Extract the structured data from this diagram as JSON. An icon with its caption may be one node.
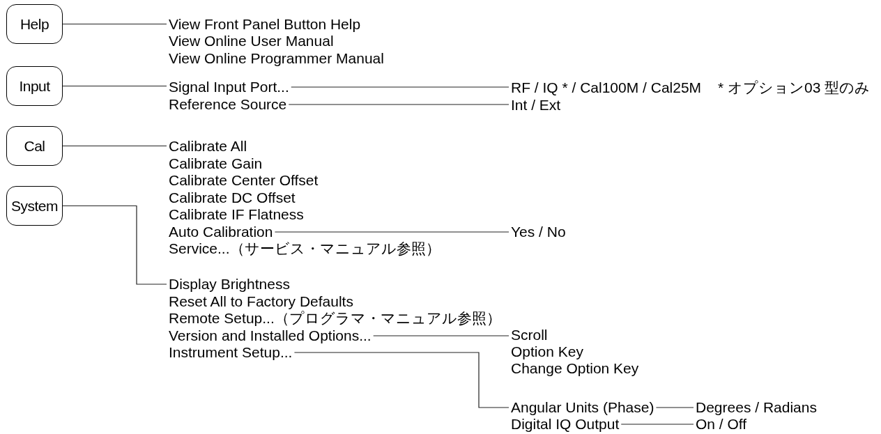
{
  "diagram": {
    "nodes": [
      {
        "text": [
          "Help"
        ]
      },
      {
        "text": [
          "View Front Panel Button Help"
        ]
      },
      {
        "text": [
          "View Online User Manual"
        ]
      },
      {
        "text": [
          "View Online Programmer Manual"
        ]
      },
      {
        "text": [
          "Input"
        ]
      },
      {
        "text": [
          "Signal Input Port..."
        ]
      },
      {
        "text": [
          "RF / IQ * / Cal100M / Cal25M"
        ],
        "beside": [
          "* オプション03 型のみ"
        ]
      },
      {
        "text": [
          "Reference Source"
        ]
      },
      {
        "text": [
          "Int / Ext"
        ]
      },
      {
        "text": [
          "Cal"
        ]
      },
      {
        "text": [
          "Calibrate All"
        ]
      },
      {
        "text": [
          "Calibrate Gain"
        ]
      },
      {
        "text": [
          "Calibrate Center Offset"
        ]
      },
      {
        "text": [
          "Calibrate DC Offset"
        ]
      },
      {
        "text": [
          "Calibrate IF Flatness"
        ]
      },
      {
        "text": [
          "System"
        ]
      },
      {
        "text": [
          "Auto Calibration"
        ]
      },
      {
        "text": [
          "Yes / No"
        ]
      },
      {
        "text": [
          "Service...（サービス・マニュアル参照）"
        ]
      },
      {
        "text": [
          "Display Brightness"
        ]
      },
      {
        "text": [
          "Reset All to Factory Defaults"
        ]
      },
      {
        "text": [
          "Remote Setup...（プログラマ・マニュアル参照）"
        ]
      },
      {
        "text": [
          "Version and Installed Options..."
        ]
      },
      {
        "text": [
          "Scroll"
        ]
      },
      {
        "text": [
          "Instrument Setup..."
        ]
      },
      {
        "text": [
          "Option Key"
        ]
      },
      {
        "text": [
          "Change Option Key"
        ]
      },
      {
        "text": [
          "Angular Units (Phase)"
        ]
      },
      {
        "text": [
          "Degrees / Radians"
        ]
      },
      {
        "text": [
          "Digital IQ Output"
        ]
      },
      {
        "text": [
          "On / Off"
        ]
      }
    ],
    "edges": [
      {
        "from": 0,
        "to": 1,
        "arrow": "none"
      },
      {
        "from": 4,
        "to": 5,
        "arrow": "none"
      },
      {
        "from": 5,
        "to": 6,
        "arrow": "none"
      },
      {
        "from": 7,
        "to": 8,
        "arrow": "none"
      },
      {
        "from": 9,
        "to": 10,
        "arrow": "none"
      },
      {
        "from": 15,
        "to": 19,
        "arrow": "none"
      },
      {
        "from": 16,
        "to": 17,
        "arrow": "none"
      },
      {
        "from": 22,
        "to": 23,
        "arrow": "none"
      },
      {
        "from": 24,
        "to": 27,
        "arrow": "none"
      },
      {
        "from": 27,
        "to": 28,
        "arrow": "none"
      },
      {
        "from": 29,
        "to": 30,
        "arrow": "none"
      }
    ]
  }
}
